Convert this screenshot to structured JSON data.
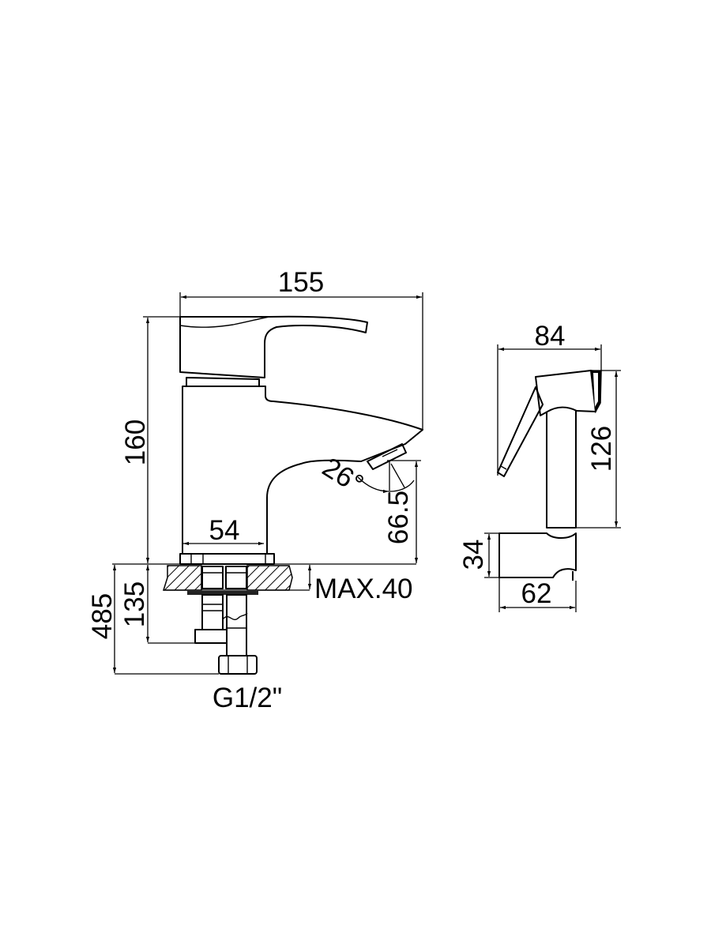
{
  "faucet": {
    "width_label": "155",
    "height_label": "160",
    "base_width_label": "54",
    "spout_height_label": "66.5",
    "spout_angle_label": "26°",
    "deck_thickness_label": "MAX.40",
    "under_deck_label": "135",
    "hose_length_label": "485",
    "connection_label": "G1/2\""
  },
  "hand_shower": {
    "width_label": "84",
    "height_label": "126",
    "holder_height_label": "34",
    "holder_width_label": "62"
  },
  "colors": {
    "line": "#000000",
    "background": "#ffffff"
  }
}
